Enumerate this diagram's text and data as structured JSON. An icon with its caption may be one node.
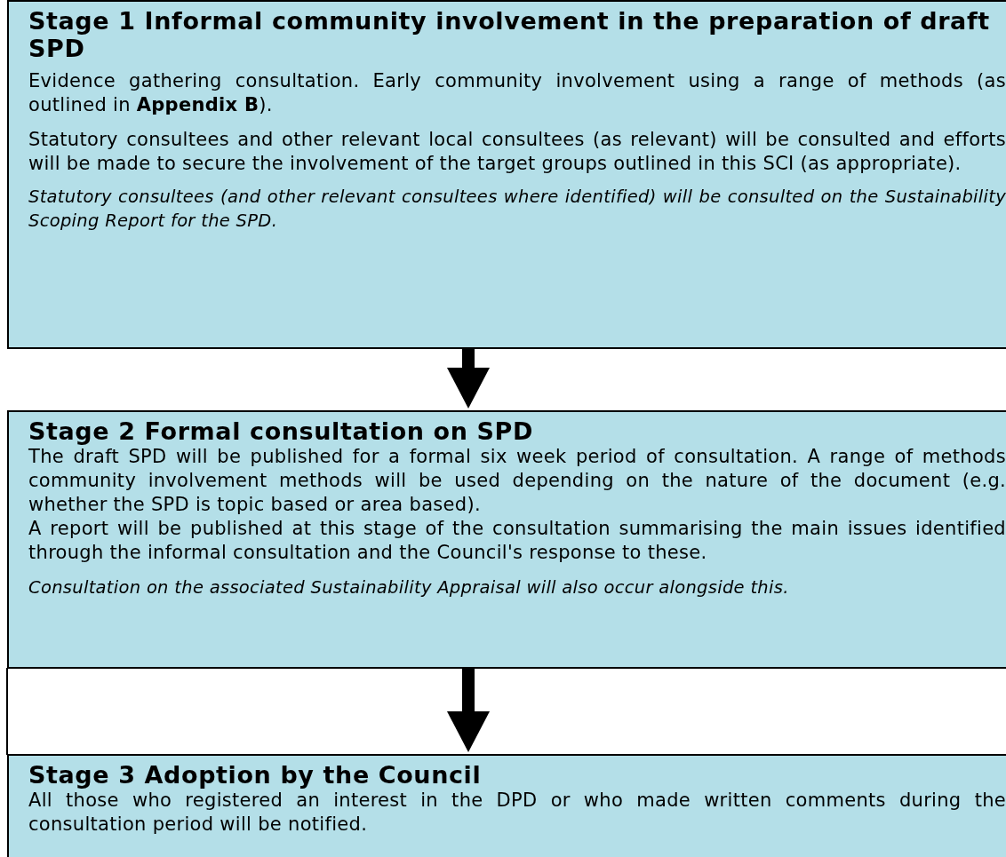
{
  "diagram": {
    "nodes": [
      {
        "text": [
          "Stage 1 Informal community involvement in the preparation of draft SPD",
          "Evidence gathering consultation. Early community involvement using a range of methods (as outlined in **Appendix B**).",
          "Statutory consultees and other relevant local consultees (as relevant) will be consulted and efforts will be made to secure the involvement of the target groups outlined in this SCI (as appropriate).",
          "Statutory consultees (and other relevant consultees where identified) will be consulted on the Sustainability Scoping Report for the SPD."
        ]
      },
      {
        "text": [
          "Stage 2 Formal consultation on SPD",
          "The draft SPD will be published for a formal six week period of consultation. A range of methods community involvement methods will be used depending on the nature of the document (e.g. whether the SPD is topic based or area based).",
          "A report will be published at this stage of the consultation summarising the main issues identified through the informal consultation and the Council's response to these.",
          "Consultation on the associated Sustainability Appraisal will also occur alongside this."
        ]
      },
      {
        "text": [
          "Stage 3 Adoption by the Council",
          "All those who registered an interest in the DPD or who made written comments during the consultation period will be notified."
        ]
      }
    ],
    "edges": [
      {
        "from": 0,
        "to": 1,
        "arrow": "to"
      },
      {
        "from": 1,
        "to": 2,
        "arrow": "to"
      }
    ]
  }
}
